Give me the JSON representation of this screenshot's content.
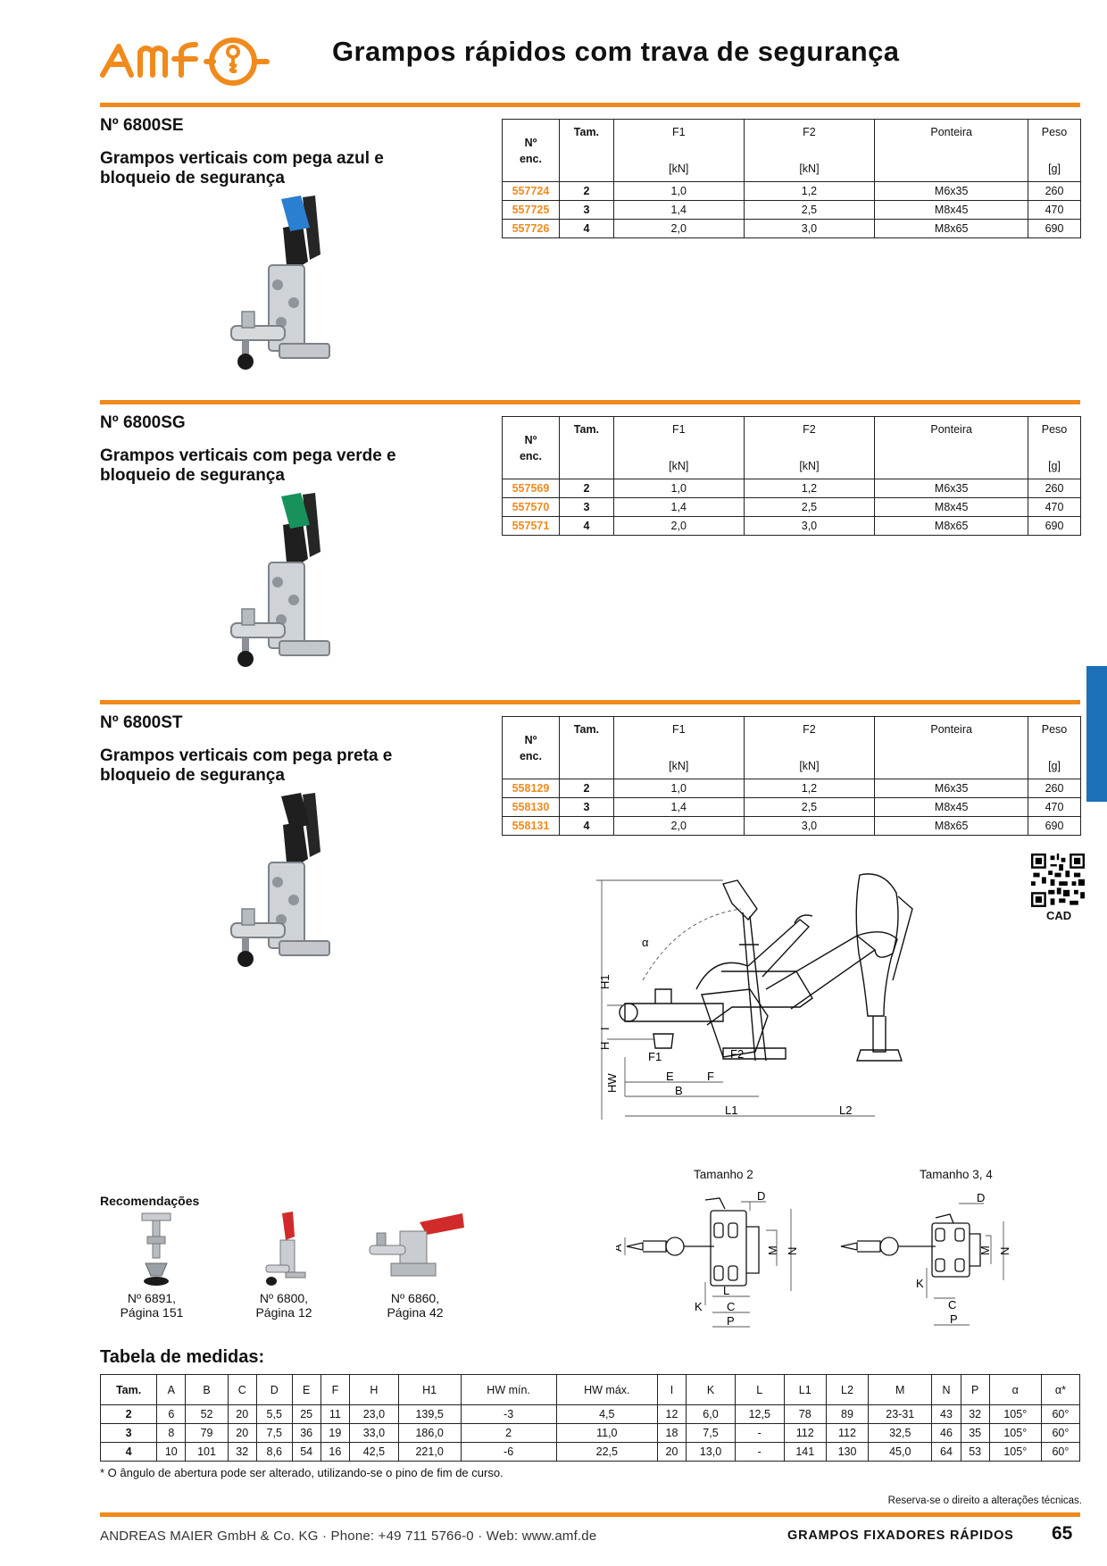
{
  "header": {
    "logo_text": "amf",
    "title": "Grampos rápidos com trava de segurança"
  },
  "product_table_headers": {
    "order_no": "Nº",
    "order_no2": "enc.",
    "size": "Tam.",
    "f1": "F1",
    "f1_unit": "[kN]",
    "f2": "F2",
    "f2_unit": "[kN]",
    "tip": "Ponteira",
    "weight": "Peso",
    "weight_unit": "[g]"
  },
  "sections": [
    {
      "number": "Nº 6800SE",
      "description": "Grampos verticais com pega azul e bloqueio de segurança",
      "handle_color": "#2a7fd0",
      "rows": [
        {
          "order": "557724",
          "size": "2",
          "f1": "1,0",
          "f2": "1,2",
          "tip": "M6x35",
          "weight": "260"
        },
        {
          "order": "557725",
          "size": "3",
          "f1": "1,4",
          "f2": "2,5",
          "tip": "M8x45",
          "weight": "470"
        },
        {
          "order": "557726",
          "size": "4",
          "f1": "2,0",
          "f2": "3,0",
          "tip": "M8x65",
          "weight": "690"
        }
      ]
    },
    {
      "number": "Nº 6800SG",
      "description": "Grampos verticais com pega verde e bloqueio de segurança",
      "handle_color": "#17925a",
      "rows": [
        {
          "order": "557569",
          "size": "2",
          "f1": "1,0",
          "f2": "1,2",
          "tip": "M6x35",
          "weight": "260"
        },
        {
          "order": "557570",
          "size": "3",
          "f1": "1,4",
          "f2": "2,5",
          "tip": "M8x45",
          "weight": "470"
        },
        {
          "order": "557571",
          "size": "4",
          "f1": "2,0",
          "f2": "3,0",
          "tip": "M8x65",
          "weight": "690"
        }
      ]
    },
    {
      "number": "Nº 6800ST",
      "description": "Grampos verticais com pega preta e bloqueio de segurança",
      "handle_color": "#1f1f1f",
      "rows": [
        {
          "order": "558129",
          "size": "2",
          "f1": "1,0",
          "f2": "1,2",
          "tip": "M6x35",
          "weight": "260"
        },
        {
          "order": "558130",
          "size": "3",
          "f1": "1,4",
          "f2": "2,5",
          "tip": "M8x45",
          "weight": "470"
        },
        {
          "order": "558131",
          "size": "4",
          "f1": "2,0",
          "f2": "3,0",
          "tip": "M8x65",
          "weight": "690"
        }
      ]
    }
  ],
  "cad_label": "CAD",
  "drawing_labels": {
    "alpha": "α",
    "h1": "H1",
    "i": "I",
    "h": "H",
    "hw": "HW",
    "f1": "F1",
    "f2": "F2",
    "e": "E",
    "f": "F",
    "b": "B",
    "l1": "L1",
    "l2": "L2",
    "d": "D",
    "a": "A",
    "m": "M",
    "n": "N",
    "k": "K",
    "l": "L",
    "c": "C",
    "p": "P"
  },
  "size_labels": {
    "size2": "Tamanho 2",
    "size34": "Tamanho 3, 4"
  },
  "recommendations": {
    "title": "Recomendações",
    "items": [
      {
        "line1": "Nº 6891,",
        "line2": "Página 151"
      },
      {
        "line1": "Nº 6800,",
        "line2": "Página 12"
      },
      {
        "line1": "Nº 6860,",
        "line2": "Página 42"
      }
    ]
  },
  "dimensions": {
    "title": "Tabela de medidas:",
    "headers": [
      "Tam.",
      "A",
      "B",
      "C",
      "D",
      "E",
      "F",
      "H",
      "H1",
      "HW mín.",
      "HW máx.",
      "I",
      "K",
      "L",
      "L1",
      "L2",
      "M",
      "N",
      "P",
      "α",
      "α*"
    ],
    "rows": [
      [
        "2",
        "6",
        "52",
        "20",
        "5,5",
        "25",
        "11",
        "23,0",
        "139,5",
        "-3",
        "4,5",
        "12",
        "6,0",
        "12,5",
        "78",
        "89",
        "23-31",
        "43",
        "32",
        "105°",
        "60°"
      ],
      [
        "3",
        "8",
        "79",
        "20",
        "7,5",
        "36",
        "19",
        "33,0",
        "186,0",
        "2",
        "11,0",
        "18",
        "7,5",
        "-",
        "112",
        "112",
        "32,5",
        "46",
        "35",
        "105°",
        "60°"
      ],
      [
        "4",
        "10",
        "101",
        "32",
        "8,6",
        "54",
        "16",
        "42,5",
        "221,0",
        "-6",
        "22,5",
        "20",
        "13,0",
        "-",
        "141",
        "130",
        "45,0",
        "64",
        "53",
        "105°",
        "60°"
      ]
    ],
    "footnote": "* O ângulo de abertura pode ser alterado, utilizando-se o pino de fim de curso."
  },
  "reserve_note": "Reserva-se o direito a alterações técnicas.",
  "footer": {
    "company": "ANDREAS MAIER GmbH & Co. KG · Phone: +49 711 5766-0 · Web: www.amf.de",
    "section": "GRAMPOS FIXADORES RÁPIDOS",
    "page": "65"
  },
  "colors": {
    "accent": "#f08a1c",
    "side_tab": "#1b70b8"
  }
}
